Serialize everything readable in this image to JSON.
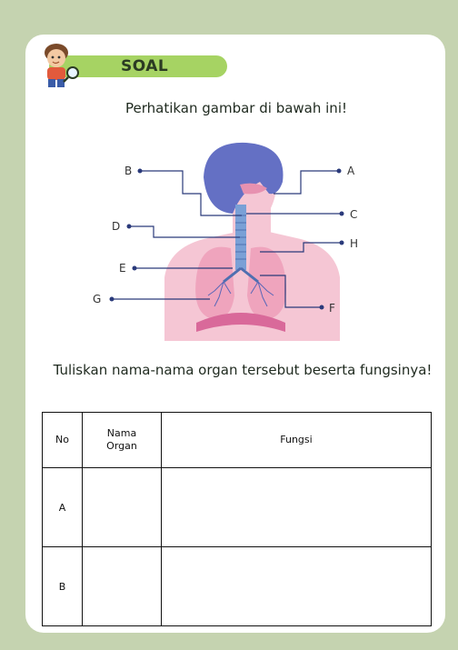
{
  "header": {
    "badge_label": "SOAL"
  },
  "instruction": "Perhatikan gambar di bawah ini!",
  "diagram": {
    "labels": {
      "A": "A",
      "B": "B",
      "C": "C",
      "D": "D",
      "E": "E",
      "F": "F",
      "G": "G",
      "H": "H"
    }
  },
  "question": "Tuliskan nama-nama organ tersebut beserta fungsinya!",
  "table": {
    "headers": {
      "no": "No",
      "organ": "Nama Organ",
      "function": "Fungsi"
    },
    "rows": [
      {
        "no": "A",
        "organ": "",
        "function": ""
      },
      {
        "no": "B",
        "organ": "",
        "function": ""
      }
    ]
  },
  "colors": {
    "background": "#c5d3b0",
    "badge": "#a6d363",
    "head": "#6470c4",
    "body_pink": "#f5c6d4",
    "lung_pink": "#efa4bd",
    "diaphragm": "#d9699a"
  }
}
